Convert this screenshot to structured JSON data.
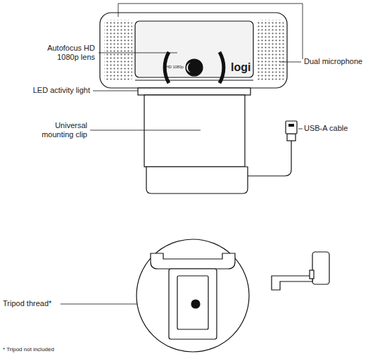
{
  "diagram": {
    "labels": [
      "Autofocus HD 1080p lens",
      "Dual microphone",
      "LED activity light",
      "Universal mounting clip",
      "USB-A cable",
      "Tripod thread*",
      "* Tripod not included",
      "HD 1080p",
      "logi"
    ]
  }
}
